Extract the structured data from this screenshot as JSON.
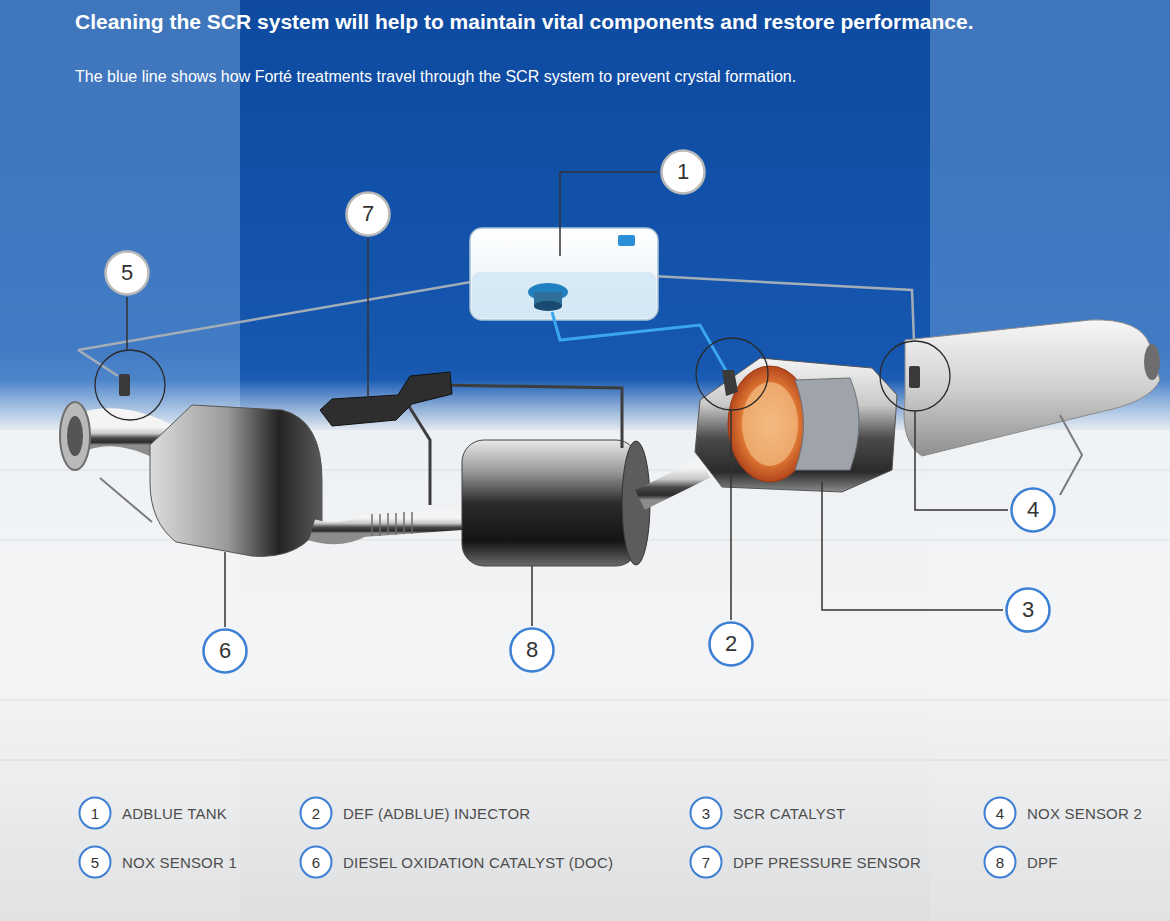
{
  "diagram": {
    "title": "Cleaning the SCR system will help to maintain vital components and restore performance.",
    "caption": "The blue line shows how Forté treatments travel through the SCR system to prevent crystal formation.",
    "nodes": [
      {
        "text": [
          "1"
        ]
      },
      {
        "text": [
          "7"
        ]
      },
      {
        "text": [
          "5"
        ]
      },
      {
        "text": [
          "4"
        ]
      },
      {
        "text": [
          "3"
        ]
      },
      {
        "text": [
          "6"
        ]
      },
      {
        "text": [
          "8"
        ]
      },
      {
        "text": [
          "2"
        ]
      },
      {
        "text": [
          "1",
          "ADBLUE TANK"
        ]
      },
      {
        "text": [
          "2",
          "DEF (ADBLUE) INJECTOR"
        ]
      },
      {
        "text": [
          "3",
          "SCR CATALYST"
        ]
      },
      {
        "text": [
          "4",
          "NOX SENSOR 2"
        ]
      },
      {
        "text": [
          "5",
          "NOX SENSOR 1"
        ]
      },
      {
        "text": [
          "6",
          "DIESEL OXIDATION CATALYST (DOC)"
        ]
      },
      {
        "text": [
          "7",
          "DPF PRESSURE SENSOR"
        ]
      },
      {
        "text": [
          "8",
          "DPF"
        ]
      }
    ]
  }
}
